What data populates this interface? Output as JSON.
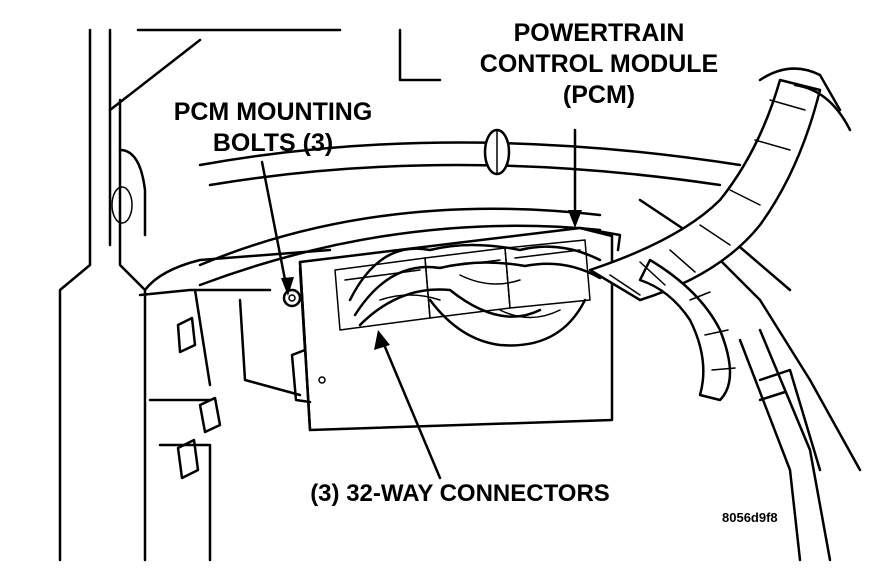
{
  "labels": {
    "pcm_module": [
      "POWERTRAIN",
      "CONTROL MODULE",
      "(PCM)"
    ],
    "mounting_bolts": [
      "PCM MOUNTING",
      "BOLTS (3)"
    ],
    "connectors": "(3) 32-WAY CONNECTORS",
    "figure_id": "8056d9f8"
  },
  "icons": [
    "pcm-module-illustration",
    "harness-illustration",
    "bolt-icon"
  ],
  "colors": {
    "ink": "#000000",
    "paper": "#ffffff"
  }
}
